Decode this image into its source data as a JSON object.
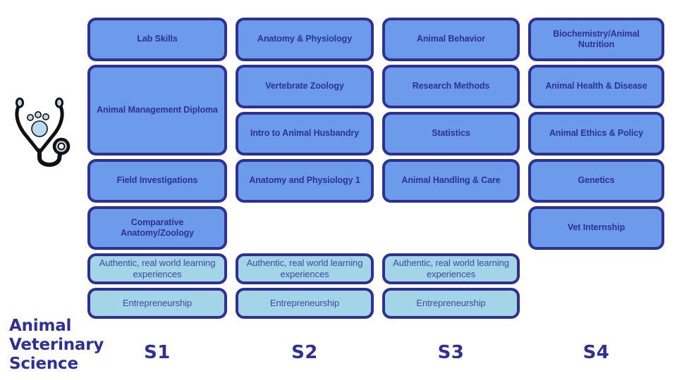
{
  "title": {
    "lines": [
      "Animal",
      "Veterinary",
      "Science"
    ],
    "full": "Animal Veterinary Science"
  },
  "icon": {
    "name": "stethoscope-paw-icon",
    "tube_color": "#111111",
    "paw_color": "#bcd9f2"
  },
  "colors": {
    "border": "#2e3192",
    "core_fill": "#6b9bea",
    "elective_fill": "#a3d4e8",
    "core_text": "#2e3192",
    "elective_text": "#3b4aa0",
    "background": "#ffffff"
  },
  "columns": [
    {
      "id": "s1",
      "label": "S1",
      "boxes": [
        {
          "text": "Lab Skills",
          "kind": "core",
          "size": "h1"
        },
        {
          "text": "Animal Management Diploma",
          "kind": "core",
          "size": "h2"
        },
        {
          "text": "Field Investigations",
          "kind": "core",
          "size": "h1"
        },
        {
          "text": "Comparative Anatomy/Zoology",
          "kind": "core",
          "size": "h1"
        },
        {
          "text": "Authentic, real world learning experiences",
          "kind": "elective",
          "size": "he"
        },
        {
          "text": "Entrepreneurship",
          "kind": "elective",
          "size": "he"
        }
      ]
    },
    {
      "id": "s2",
      "label": "S2",
      "boxes": [
        {
          "text": "Anatomy & Physiology",
          "kind": "core",
          "size": "h1"
        },
        {
          "text": "Vertebrate Zoology",
          "kind": "core",
          "size": "h1"
        },
        {
          "text": "Intro to Animal Husbandry",
          "kind": "core",
          "size": "h1"
        },
        {
          "text": "Anatomy and Physiology 1",
          "kind": "core",
          "size": "h1"
        },
        {
          "text": "",
          "kind": "spacer",
          "size": "h1"
        },
        {
          "text": "Authentic, real world learning experiences",
          "kind": "elective",
          "size": "he"
        },
        {
          "text": "Entrepreneurship",
          "kind": "elective",
          "size": "he"
        }
      ]
    },
    {
      "id": "s3",
      "label": "S3",
      "boxes": [
        {
          "text": "Animal Behavior",
          "kind": "core",
          "size": "h1"
        },
        {
          "text": "Research Methods",
          "kind": "core",
          "size": "h1"
        },
        {
          "text": "Statistics",
          "kind": "core",
          "size": "h1"
        },
        {
          "text": "Animal Handling & Care",
          "kind": "core",
          "size": "h1"
        },
        {
          "text": "",
          "kind": "spacer",
          "size": "h1"
        },
        {
          "text": "Authentic, real world learning experiences",
          "kind": "elective",
          "size": "he"
        },
        {
          "text": "Entrepreneurship",
          "kind": "elective",
          "size": "he"
        }
      ]
    },
    {
      "id": "s4",
      "label": "S4",
      "boxes": [
        {
          "text": "Biochemistry/Animal Nutrition",
          "kind": "core",
          "size": "h1"
        },
        {
          "text": "Animal Health & Disease",
          "kind": "core",
          "size": "h1"
        },
        {
          "text": "Animal Ethics & Policy",
          "kind": "core",
          "size": "h1"
        },
        {
          "text": "Genetics",
          "kind": "core",
          "size": "h1"
        },
        {
          "text": "Vet Internship",
          "kind": "core",
          "size": "h1"
        }
      ]
    }
  ]
}
